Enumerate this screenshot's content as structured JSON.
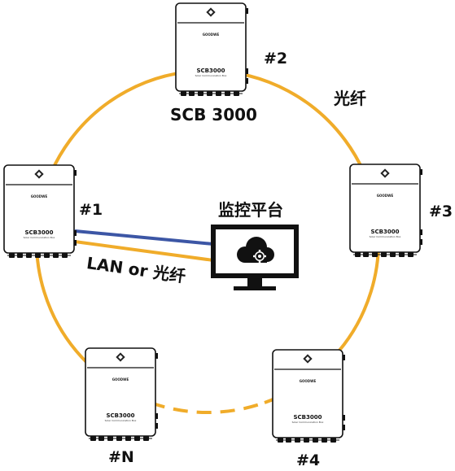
{
  "colors": {
    "fiber": "#f0ac2a",
    "lan": "#3c56a5",
    "outline": "#111111",
    "screen": "#111111",
    "cloud": "#ffffff"
  },
  "devices": [
    {
      "id": "dev-2",
      "number": "#2",
      "model": "SCB3000",
      "logo": "GOODWE",
      "subtitle": "Solar Communication Box"
    },
    {
      "id": "dev-1",
      "number": "#1",
      "model": "SCB3000",
      "logo": "GOODWE",
      "subtitle": "Solar Communication Box"
    },
    {
      "id": "dev-3",
      "number": "#3",
      "model": "SCB3000",
      "logo": "GOODWE",
      "subtitle": "Solar Communication Box"
    },
    {
      "id": "dev-n",
      "number": "#N",
      "model": "SCB3000",
      "logo": "GOODWE",
      "subtitle": "Solar Communication Box"
    },
    {
      "id": "dev-4",
      "number": "#4",
      "model": "SCB3000",
      "logo": "GOODWE",
      "subtitle": "Solar Communication Box"
    }
  ],
  "labels": {
    "device_caption": "SCB 3000",
    "fiber_ring": "光纤",
    "monitor_platform": "监控平台",
    "link": "LAN or 光纤"
  },
  "icons": {
    "monitor": "monitor-icon",
    "cloud": "cloud-gear-icon"
  }
}
